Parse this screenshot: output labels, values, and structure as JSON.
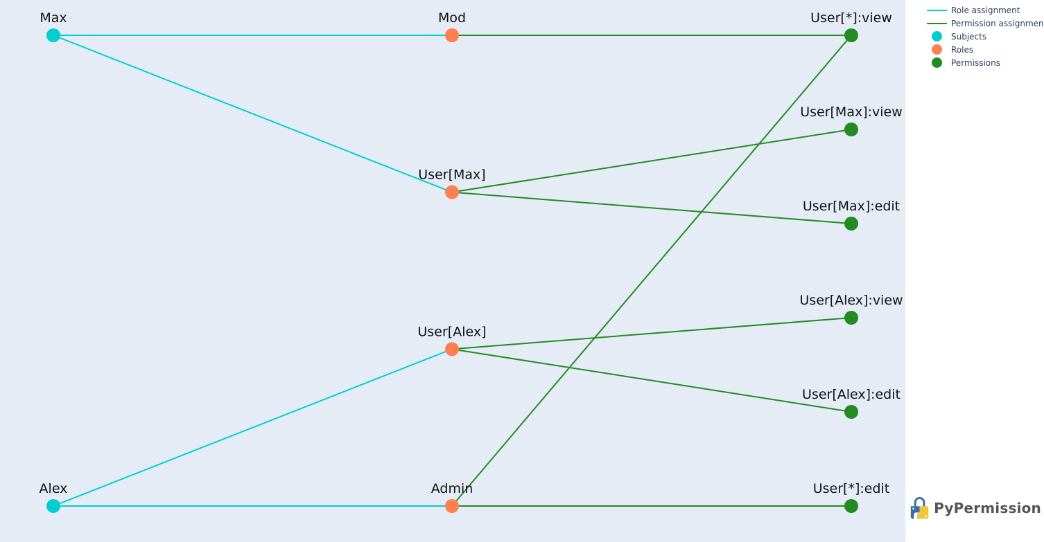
{
  "colors": {
    "subject": "#00ced1",
    "role": "#ff7f50",
    "permission": "#228b22",
    "role_edge": "#00ced1",
    "permission_edge": "#228b22",
    "plot_bg": "#e5ecf6"
  },
  "chart_data": {
    "type": "network",
    "columns": [
      "subjects",
      "roles",
      "permissions"
    ],
    "nodes": {
      "subjects": [
        "Max",
        "Alex"
      ],
      "roles": [
        "Mod",
        "User[Max]",
        "User[Alex]",
        "Admin"
      ],
      "permissions": [
        "User[*]:view",
        "User[Max]:view",
        "User[Max]:edit",
        "User[Alex]:view",
        "User[Alex]:edit",
        "User[*]:edit"
      ]
    },
    "role_assignments": [
      [
        "Max",
        "Mod"
      ],
      [
        "Max",
        "User[Max]"
      ],
      [
        "Alex",
        "User[Alex]"
      ],
      [
        "Alex",
        "Admin"
      ]
    ],
    "permission_assignments": [
      [
        "Mod",
        "User[*]:view"
      ],
      [
        "User[Max]",
        "User[Max]:view"
      ],
      [
        "User[Max]",
        "User[Max]:edit"
      ],
      [
        "User[Alex]",
        "User[Alex]:view"
      ],
      [
        "User[Alex]",
        "User[Alex]:edit"
      ],
      [
        "Admin",
        "User[*]:view"
      ],
      [
        "Admin",
        "User[*]:edit"
      ]
    ]
  },
  "legend": {
    "items": [
      {
        "label": "Role assignment",
        "symbol": "line",
        "color_key": "role_edge"
      },
      {
        "label": "Permission assignment",
        "symbol": "line",
        "color_key": "permission_edge"
      },
      {
        "label": "Subjects",
        "symbol": "dot",
        "color_key": "subject"
      },
      {
        "label": "Roles",
        "symbol": "dot",
        "color_key": "role"
      },
      {
        "label": "Permissions",
        "symbol": "dot",
        "color_key": "permission"
      }
    ]
  },
  "logo": {
    "text": "PyPermission",
    "icon": "python-lock-icon"
  }
}
